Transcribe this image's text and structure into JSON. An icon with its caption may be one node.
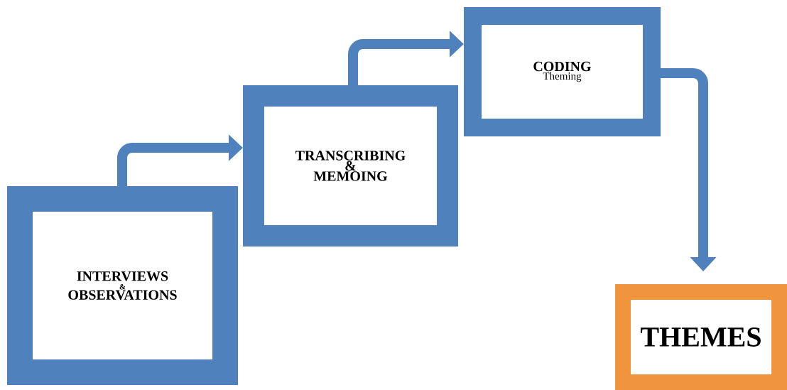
{
  "diagram": {
    "nodes": [
      {
        "text": [
          "INTERVIEWS",
          "&",
          "OBSERVATIONS"
        ]
      },
      {
        "text": [
          "TRANSCRIBING",
          "&",
          "MEMOING"
        ]
      },
      {
        "text": [
          "CODING",
          "Theming"
        ]
      },
      {
        "text": [
          "THEMES"
        ]
      }
    ],
    "edges": [
      {
        "from": 0,
        "to": 1,
        "arrow": "to"
      },
      {
        "from": 1,
        "to": 2,
        "arrow": "to"
      },
      {
        "from": 2,
        "to": 3,
        "arrow": "to"
      }
    ]
  }
}
